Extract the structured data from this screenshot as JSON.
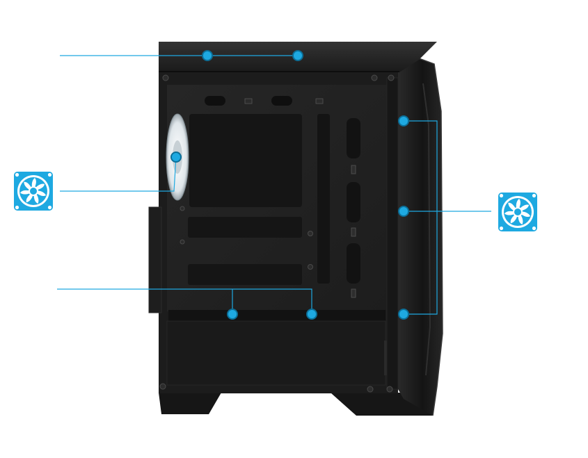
{
  "diagram": {
    "subject": "pc-case-side-view",
    "accent_color": "#1ea9e1",
    "case_color": "#1b1b1b",
    "callouts": [
      {
        "id": "top-mounts",
        "mount_points": 2,
        "icon": null
      },
      {
        "id": "rear-fan",
        "mount_points": 1,
        "icon": "fan-icon"
      },
      {
        "id": "bottom-mounts",
        "mount_points": 2,
        "icon": null
      },
      {
        "id": "front-fans",
        "mount_points": 3,
        "icon": "fan-icon"
      }
    ]
  }
}
